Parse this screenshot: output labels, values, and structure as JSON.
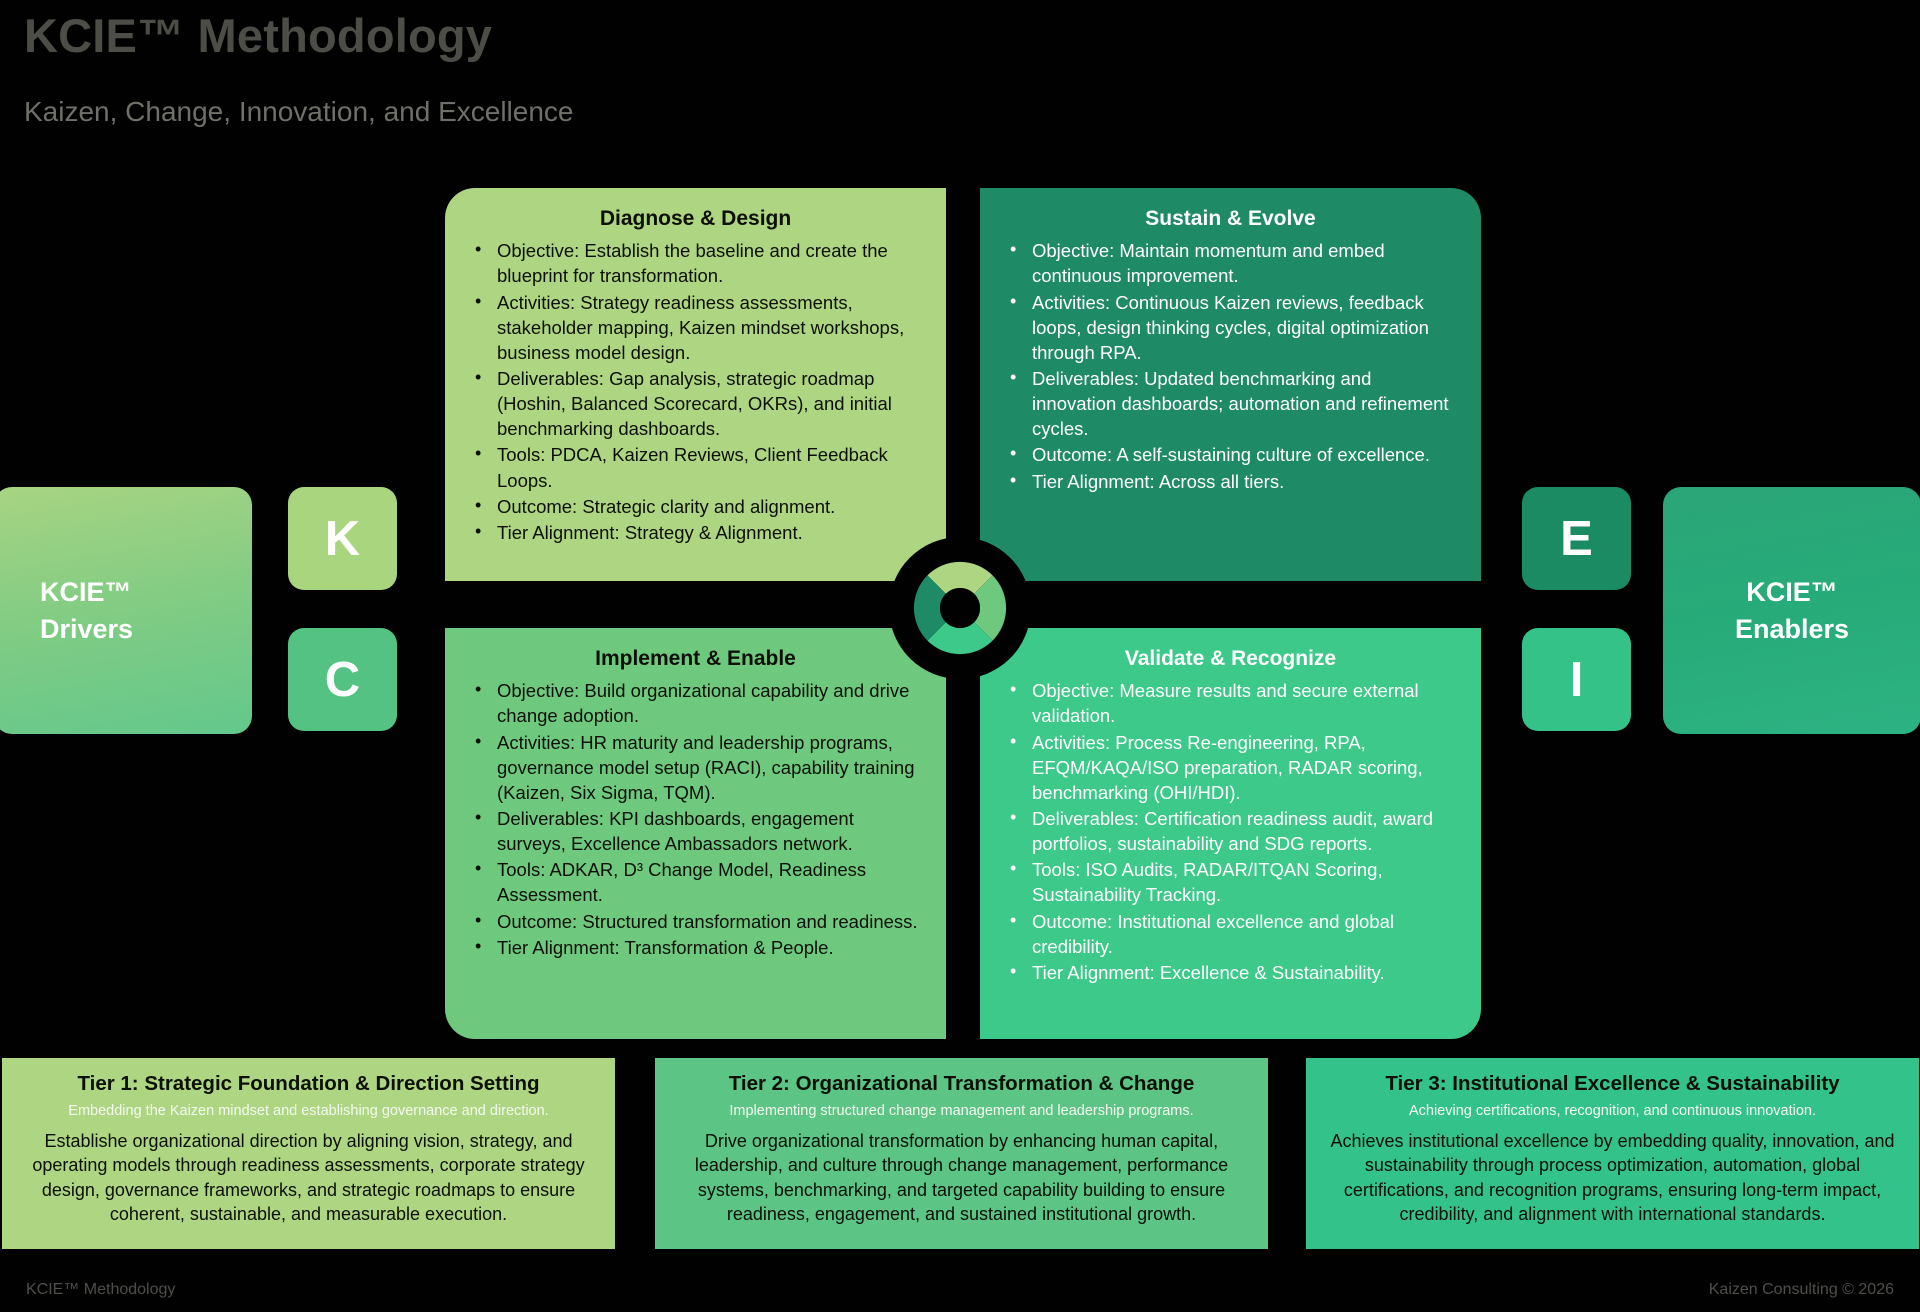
{
  "header": {
    "title": "KCIE™ Methodology",
    "subtitle": "Kaizen, Change, Innovation, and Excellence"
  },
  "side_panels": {
    "drivers": {
      "line1": "KCIE™",
      "line2": "Drivers",
      "color": "#7ecb84"
    },
    "enablers": {
      "line1": "KCIE™",
      "line2": "Enablers",
      "color": "#27ab79"
    }
  },
  "badges": [
    {
      "letter": "K",
      "color": "#a9d57e"
    },
    {
      "letter": "C",
      "color": "#53c282"
    },
    {
      "letter": "E",
      "color": "#1b8b63"
    },
    {
      "letter": "I",
      "color": "#34c289"
    }
  ],
  "quadrants": {
    "diagnose_design": {
      "title": "Diagnose & Design",
      "color": "#aed581",
      "items": [
        "Objective: Establish the baseline and create the blueprint for transformation.",
        "Activities: Strategy readiness assessments, stakeholder mapping, Kaizen mindset workshops, business model design.",
        "Deliverables: Gap analysis, strategic roadmap (Hoshin, Balanced Scorecard, OKRs), and initial benchmarking dashboards.",
        "Tools: PDCA, Kaizen Reviews, Client Feedback Loops.",
        "Outcome: Strategic clarity and alignment.",
        "Tier Alignment: Strategy & Alignment."
      ]
    },
    "sustain_evolve": {
      "title": "Sustain & Evolve",
      "color": "#1e8a66",
      "items": [
        "Objective: Maintain momentum and embed continuous improvement.",
        "Activities: Continuous Kaizen reviews, feedback loops, design thinking cycles, digital optimization through RPA.",
        "Deliverables: Updated benchmarking and innovation dashboards; automation and refinement cycles.",
        "Outcome: A self-sustaining culture of excellence.",
        "Tier Alignment: Across all tiers."
      ]
    },
    "implement_enable": {
      "title": "Implement & Enable",
      "color": "#6ec97f",
      "items": [
        "Objective: Build organizational capability and drive change adoption.",
        "Activities: HR maturity and leadership programs, governance model setup (RACI), capability training (Kaizen, Six Sigma, TQM).",
        "Deliverables: KPI dashboards, engagement surveys, Excellence Ambassadors network.",
        "Tools: ADKAR, D³ Change Model, Readiness Assessment.",
        "Outcome: Structured transformation and readiness.",
        "Tier Alignment: Transformation & People."
      ]
    },
    "validate_recognize": {
      "title": "Validate & Recognize",
      "color": "#3cc98a",
      "items": [
        "Objective: Measure results and secure external validation.",
        "Activities: Process Re-engineering, RPA, EFQM/KAQA/ISO preparation, RADAR scoring, benchmarking (OHI/HDI).",
        "Deliverables: Certification readiness audit, award portfolios, sustainability and SDG reports.",
        "Tools: ISO Audits, RADAR/ITQAN Scoring, Sustainability Tracking.",
        "Outcome: Institutional excellence and global credibility.",
        "Tier Alignment: Excellence & Sustainability."
      ]
    }
  },
  "hub": {
    "segments": [
      {
        "name": "diagnose-design-segment",
        "color": "#aed581"
      },
      {
        "name": "implement-enable-segment",
        "color": "#6ec97f"
      },
      {
        "name": "validate-recognize-segment",
        "color": "#3cc98a"
      },
      {
        "name": "sustain-evolve-segment",
        "color": "#1e8a66"
      }
    ]
  },
  "tiers": [
    {
      "title": "Tier 1: Strategic Foundation & Direction Setting",
      "subtitle": "Embedding the Kaizen mindset and establishing governance and direction.",
      "body": "Establishe organizational direction by aligning vision, strategy, and operating models through readiness assessments, corporate strategy design, governance frameworks, and strategic roadmaps to ensure coherent, sustainable, and measurable execution.",
      "color": "#aed581"
    },
    {
      "title": "Tier 2: Organizational Transformation & Change",
      "subtitle": "Implementing structured change management and leadership programs.",
      "body": "Drive organizational transformation by enhancing human capital, leadership, and culture through change management, performance systems, benchmarking, and targeted capability building to ensure readiness, engagement, and sustained institutional growth.",
      "color": "#5cc585"
    },
    {
      "title": "Tier 3: Institutional Excellence & Sustainability",
      "subtitle": "Achieving certifications, recognition, and continuous innovation.",
      "body": "Achieves institutional excellence by embedding quality, innovation, and sustainability through process optimization, automation, global certifications, and recognition programs, ensuring long-term impact, credibility, and alignment with international standards.",
      "color": "#34c28b"
    }
  ],
  "footer": {
    "left": "KCIE™ Methodology",
    "right": "Kaizen Consulting © 2026"
  }
}
